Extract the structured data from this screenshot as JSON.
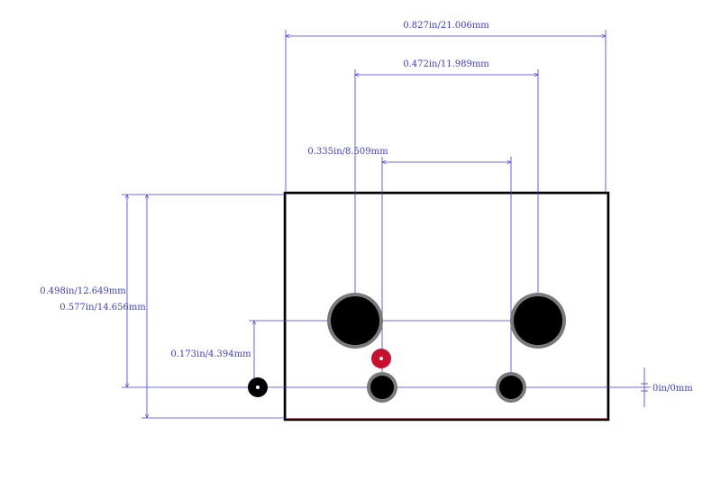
{
  "colors": {
    "dimension": "#3b3be0",
    "outline": "#000000",
    "outline_inner": "#c0304a",
    "pad_ring": "#7a7a7a",
    "hole": "#000000",
    "pin1_marker": "#c8102e",
    "background": "#ffffff"
  },
  "dimensions": {
    "overall_width": "0.827in/21.006mm",
    "large_hole_spacing": "0.472in/11.989mm",
    "small_hole_spacing": "0.335in/8.509mm",
    "body_height_inner": "0.498in/12.649mm",
    "body_height_outer": "0.577in/14.656mm",
    "pin_offset": "0.173in/4.394mm",
    "zero_offset": "0in/0mm"
  },
  "icons": {
    "large_mounting_hole": "plated-through-hole",
    "small_pad": "pad",
    "pin1_marker": "pin-1-marker",
    "origin_marker": "origin-marker"
  }
}
